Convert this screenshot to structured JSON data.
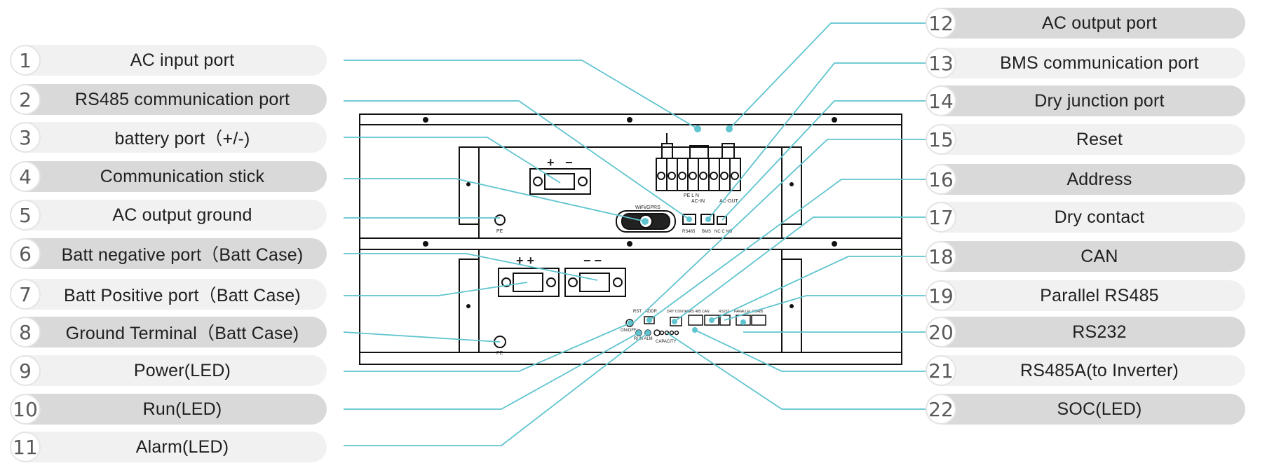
{
  "left_labels": [
    {
      "num": "1",
      "text": "AC input port"
    },
    {
      "num": "2",
      "text": "RS485 communication port"
    },
    {
      "num": "3",
      "text": "battery port（+/-)"
    },
    {
      "num": "4",
      "text": "Communication stick"
    },
    {
      "num": "5",
      "text": "AC output ground"
    },
    {
      "num": "6",
      "text": "Batt negative port（Batt Case)"
    },
    {
      "num": "7",
      "text": "Batt Positive port（Batt Case)"
    },
    {
      "num": "8",
      "text": "Ground Terminal（Batt Case)"
    },
    {
      "num": "9",
      "text": "Power(LED)"
    },
    {
      "num": "10",
      "text": "Run(LED)"
    },
    {
      "num": "11",
      "text": "Alarm(LED)"
    }
  ],
  "right_labels": [
    {
      "num": "12",
      "text": "AC output port"
    },
    {
      "num": "13",
      "text": "BMS communication port"
    },
    {
      "num": "14",
      "text": "Dry junction port"
    },
    {
      "num": "15",
      "text": "Reset"
    },
    {
      "num": "16",
      "text": "Address"
    },
    {
      "num": "17",
      "text": "Dry contact"
    },
    {
      "num": "18",
      "text": "CAN"
    },
    {
      "num": "19",
      "text": "Parallel RS485"
    },
    {
      "num": "20",
      "text": "RS232"
    },
    {
      "num": "21",
      "text": "RS485A(to Inverter)"
    },
    {
      "num": "22",
      "text": "SOC(LED)"
    }
  ],
  "device_text": {
    "plus": "+",
    "minus": "−",
    "plus_plus": "+ +",
    "minus_minus": "− −",
    "wifi": "WiFi/GPRS",
    "pe": "PE",
    "rs485": "RS485",
    "bms": "BMS",
    "nc_no": "NC C NO",
    "ac_in": "AC-IN",
    "ac_out": "AC-OUT",
    "pe_l_n": "PE  L  N",
    "rst": "RST",
    "addr": "ADDR",
    "dry_contact": "DRY CONTACT",
    "rs485_can": "RS 485  CAN",
    "rs232": "RS232",
    "parallel_rs485": "PARALLEL RS485",
    "on_off": "ON/OFF",
    "run_alm": "RUN ALM",
    "capacity": "CAPACITY"
  },
  "colors": {
    "leader": "#5fc4cf",
    "pill_light": "#f1f1f1",
    "pill_dark": "#d9d9d9",
    "outline": "#111111"
  }
}
